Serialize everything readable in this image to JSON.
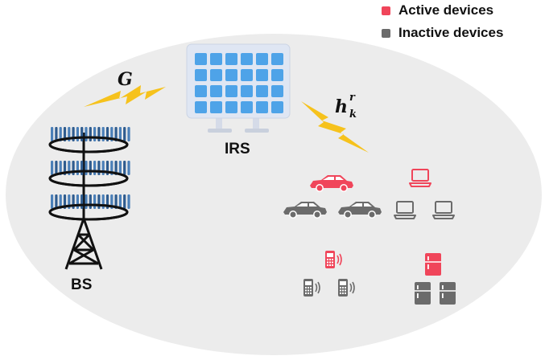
{
  "legend": {
    "active": {
      "label": "Active devices",
      "color": "#f0455a"
    },
    "inactive": {
      "label": "Inactive devices",
      "color": "#6b6b6b"
    }
  },
  "labels": {
    "bs": "BS",
    "irs": "IRS",
    "channel_g": "G",
    "channel_h_base": "h",
    "channel_h_sup": "r",
    "channel_h_sub": "k"
  },
  "colors": {
    "coverage_area": "#ececec",
    "lightning": "#f6c21c",
    "irs_panel": "#dfe6f3",
    "irs_element": "#4ea3e8",
    "antenna": "#4a7fb8",
    "active": "#f0455a",
    "inactive": "#6b6b6b"
  },
  "icons": {
    "cars": "car-icon",
    "laptops": "laptop-icon",
    "phones": "phone-icon",
    "fridges": "refrigerator-icon",
    "tower": "antenna-tower-icon",
    "irs": "irs-panel-icon"
  }
}
